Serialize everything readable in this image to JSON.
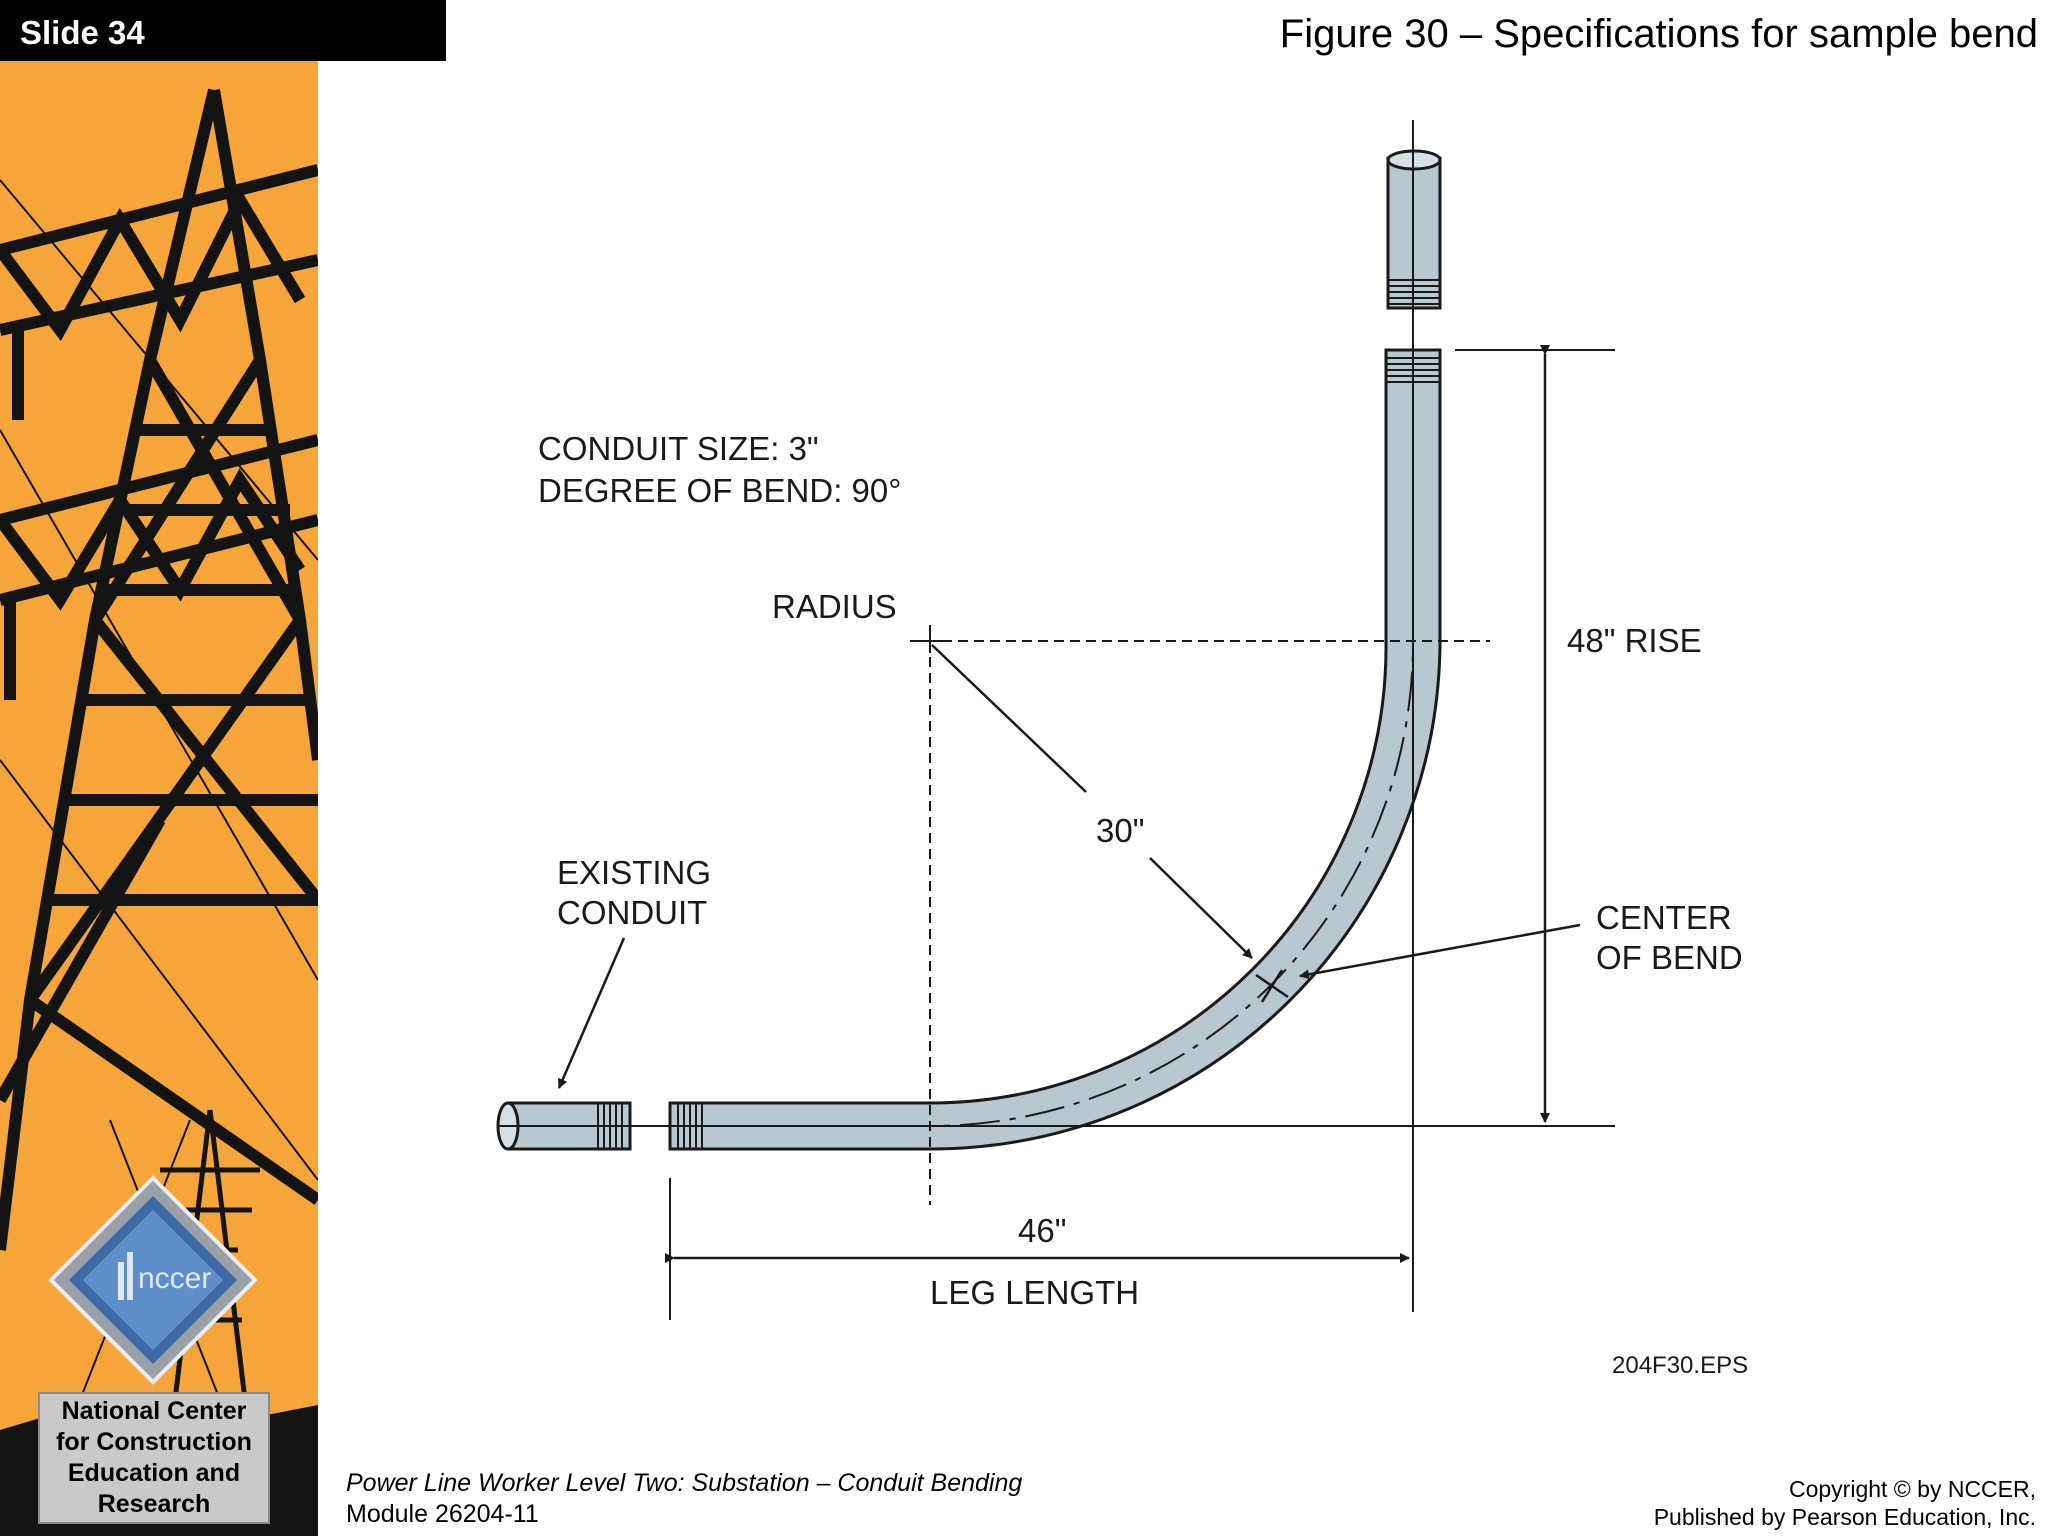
{
  "slide": {
    "number_label": "Slide 34",
    "title": "Figure 30 – Specifications for sample bend"
  },
  "sidebar": {
    "background_color": "#f6a53a",
    "tower_color": "#141414",
    "logo_text": "nccer",
    "org_name": "National Center\nfor Construction\nEducation and\nResearch"
  },
  "diagram": {
    "conduit_color": "#b8c7d0",
    "specs": {
      "line1": "CONDUIT SIZE: 3\"",
      "line2": "DEGREE OF BEND: 90°"
    },
    "labels": {
      "radius": "RADIUS",
      "radius_value": "30\"",
      "existing_line1": "EXISTING",
      "existing_line2": "CONDUIT",
      "rise": "48\" RISE",
      "center_line1": "CENTER",
      "center_line2": "OF BEND",
      "leg_value": "46\"",
      "leg_label": "LEG LENGTH",
      "file_name": "204F30.EPS"
    }
  },
  "footer": {
    "course": "Power Line Worker Level Two: Substation – Conduit Bending",
    "module": "Module 26204-11",
    "copyright_line1": "Copyright © by NCCER,",
    "copyright_line2": "Published by Pearson Education, Inc."
  }
}
